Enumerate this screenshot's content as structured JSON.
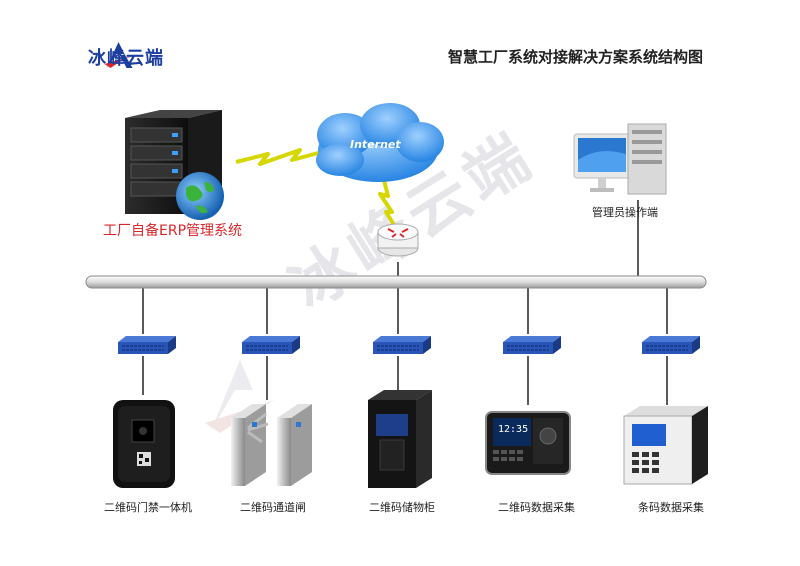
{
  "brand": {
    "name": "冰峰云端"
  },
  "title": "智慧工厂系统对接解决方案系统结构图",
  "watermark": "冰峰云端",
  "nodes": {
    "erp": "工厂自备ERP管理系统",
    "cloud": "Internet",
    "admin": "管理员操作端"
  },
  "devices": [
    {
      "caption": "二维码门禁一体机"
    },
    {
      "caption": "二维码通道闸"
    },
    {
      "caption": "二维码储物柜"
    },
    {
      "caption": "二维码数据采集"
    },
    {
      "caption": "条码数据采集"
    }
  ],
  "terminal_display": {
    "time": "12:35"
  },
  "colors": {
    "brand": "#1b3fa0",
    "accent": "#d8262a",
    "switch": "#2a55b8",
    "lightning": "#e8e82a"
  }
}
